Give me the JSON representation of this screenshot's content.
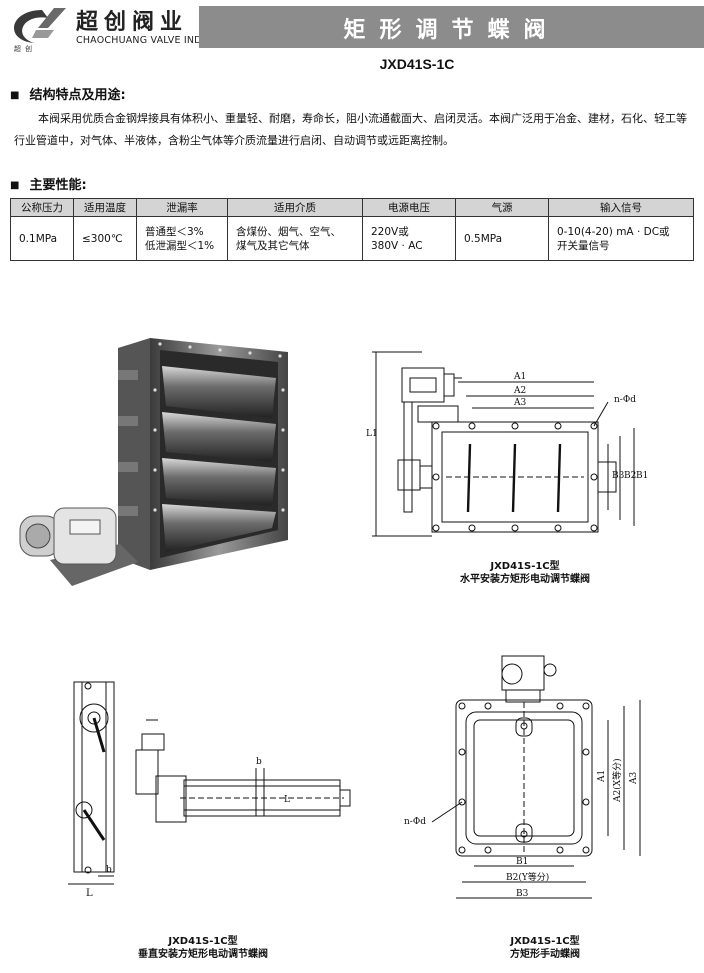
{
  "header": {
    "brand_cn": "超创阀业",
    "brand_en": "CHAOCHUANG VALVE INDUSTRY",
    "brand_sub": "超创",
    "title": "矩形调节蝶阀",
    "model": "JXD41S-1C"
  },
  "section1": {
    "heading": "结构特点及用途:",
    "text": "本阀采用优质合金钢焊接具有体积小、重量轻、耐磨，寿命长，阻小流通截面大、启闭灵活。本阀广泛用于冶金、建材，石化、轻工等行业管道中，对气体、半液体，含粉尘气体等介质流量进行启闭、自动调节或远距离控制。"
  },
  "section2": {
    "heading": "主要性能:",
    "columns": [
      "公称压力",
      "适用温度",
      "泄漏率",
      "适用介质",
      "电源电压",
      "气源",
      "输入信号"
    ],
    "row": {
      "c0": "0.1MPa",
      "c1": "≤300℃",
      "c2a": "普通型＜3%",
      "c2b": "低泄漏型＜1%",
      "c3a": "含煤份、烟气、空气、",
      "c3b": "煤气及其它气体",
      "c4a": "220V或",
      "c4b": "380V · AC",
      "c5": "0.5MPa",
      "c6a": "0-10(4-20) mA · DC或",
      "c6b": "开关量信号"
    }
  },
  "drawings": {
    "horizontal": {
      "caption_model": "JXD41S-1C型",
      "caption": "水平安装方矩形电动调节蝶阀",
      "labels": {
        "a1": "A1",
        "a2": "A2",
        "a3": "A3",
        "l1": "L1",
        "b1": "B1",
        "b2": "B2",
        "b3": "B3",
        "nphid": "n-Φd"
      }
    },
    "vertical": {
      "caption_model": "JXD41S-1C型",
      "caption": "垂直安装方矩形电动调节蝶阀",
      "labels": {
        "l": "L",
        "b": "b"
      }
    },
    "manual": {
      "caption_model": "JXD41S-1C型",
      "caption": "方矩形手动蝶阀",
      "labels": {
        "a1": "A1",
        "a2": "A2(X等分)",
        "a3": "A3",
        "b1": "B1",
        "b2": "B2(Y等分)",
        "b3": "B3",
        "nphid": "n-Φd"
      }
    }
  }
}
